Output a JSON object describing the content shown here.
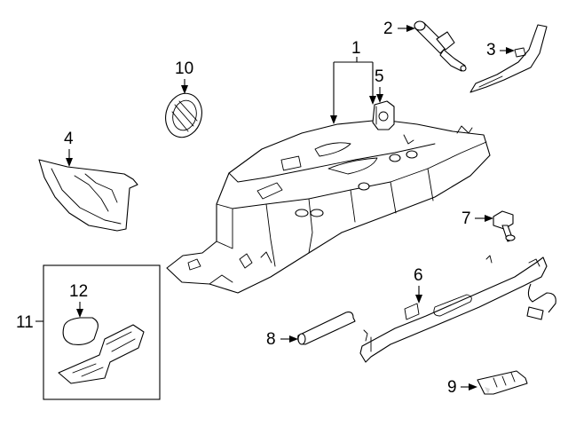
{
  "callouts": [
    {
      "id": "1",
      "label": "1"
    },
    {
      "id": "2",
      "label": "2"
    },
    {
      "id": "3",
      "label": "3"
    },
    {
      "id": "4",
      "label": "4"
    },
    {
      "id": "5",
      "label": "5"
    },
    {
      "id": "6",
      "label": "6"
    },
    {
      "id": "7",
      "label": "7"
    },
    {
      "id": "8",
      "label": "8"
    },
    {
      "id": "9",
      "label": "9"
    },
    {
      "id": "10",
      "label": "10"
    },
    {
      "id": "11",
      "label": "11"
    },
    {
      "id": "12",
      "label": "12"
    }
  ],
  "parts": [
    {
      "callout": "1",
      "icon": "glove-box-housing-icon"
    },
    {
      "callout": "2",
      "icon": "damper-icon"
    },
    {
      "callout": "3",
      "icon": "bracket-icon"
    },
    {
      "callout": "4",
      "icon": "side-cover-icon"
    },
    {
      "callout": "5",
      "icon": "latch-striker-icon"
    },
    {
      "callout": "6",
      "icon": "glove-box-door-icon"
    },
    {
      "callout": "7",
      "icon": "bolt-icon"
    },
    {
      "callout": "8",
      "icon": "stop-pin-icon"
    },
    {
      "callout": "9",
      "icon": "lock-cylinder-icon"
    },
    {
      "callout": "10",
      "icon": "vent-grille-icon"
    },
    {
      "callout": "11",
      "icon": "lamp-assembly-icon"
    },
    {
      "callout": "12",
      "icon": "bulb-icon"
    }
  ]
}
